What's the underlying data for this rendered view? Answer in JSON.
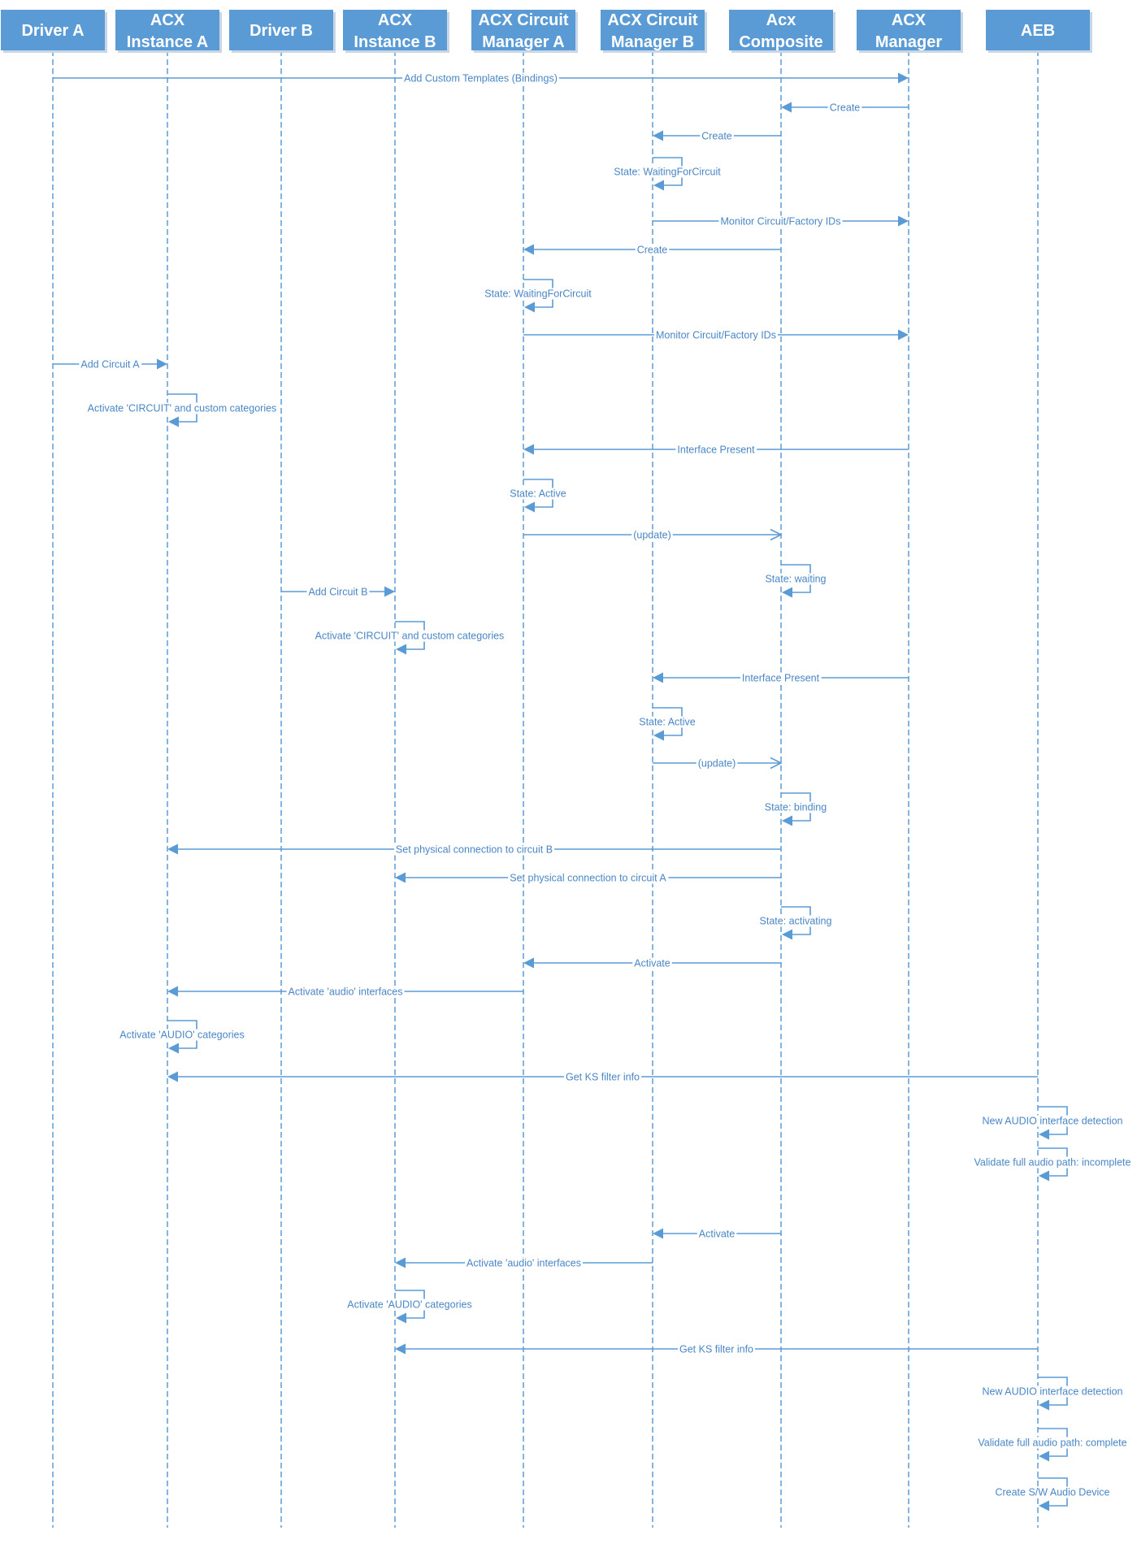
{
  "colors": {
    "header_fill": "#5b9bd5",
    "line": "#5b9bd5",
    "text": "#4a86c5",
    "background": "#ffffff"
  },
  "participants": [
    {
      "id": "driver-a",
      "lines": [
        "Driver A"
      ]
    },
    {
      "id": "acx-instance-a",
      "lines": [
        "ACX",
        "Instance A"
      ]
    },
    {
      "id": "driver-b",
      "lines": [
        "Driver B"
      ]
    },
    {
      "id": "acx-instance-b",
      "lines": [
        "ACX",
        "Instance B"
      ]
    },
    {
      "id": "acx-circuit-manager-a",
      "lines": [
        "ACX Circuit",
        "Manager A"
      ]
    },
    {
      "id": "acx-circuit-manager-b",
      "lines": [
        "ACX Circuit",
        "Manager B"
      ]
    },
    {
      "id": "acx-composite",
      "lines": [
        "Acx",
        "Composite"
      ]
    },
    {
      "id": "acx-manager",
      "lines": [
        "ACX",
        "Manager"
      ]
    },
    {
      "id": "aeb",
      "lines": [
        "AEB"
      ]
    }
  ],
  "messages": [
    {
      "from": 0,
      "to": 7,
      "label": "Add Custom Templates (Bindings)",
      "arrow": "filled"
    },
    {
      "from": 7,
      "to": 6,
      "label": "Create",
      "arrow": "filled"
    },
    {
      "from": 6,
      "to": 5,
      "label": "Create",
      "arrow": "filled"
    },
    {
      "from": 5,
      "to": 5,
      "label": "State: WaitingForCircuit",
      "arrow": "filled"
    },
    {
      "from": 5,
      "to": 7,
      "label": "Monitor Circuit/Factory IDs",
      "arrow": "filled"
    },
    {
      "from": 6,
      "to": 4,
      "label": "Create",
      "arrow": "filled"
    },
    {
      "from": 4,
      "to": 4,
      "label": "State: WaitingForCircuit",
      "arrow": "filled"
    },
    {
      "from": 4,
      "to": 7,
      "label": "Monitor Circuit/Factory IDs",
      "arrow": "filled"
    },
    {
      "from": 0,
      "to": 1,
      "label": "Add Circuit A",
      "arrow": "filled"
    },
    {
      "from": 1,
      "to": 1,
      "label": "Activate 'CIRCUIT' and custom categories",
      "arrow": "filled"
    },
    {
      "from": 7,
      "to": 4,
      "label": "Interface Present",
      "arrow": "filled"
    },
    {
      "from": 4,
      "to": 4,
      "label": "State: Active",
      "arrow": "filled"
    },
    {
      "from": 4,
      "to": 6,
      "label": "(update)",
      "arrow": "open"
    },
    {
      "from": 6,
      "to": 6,
      "label": "State: waiting",
      "arrow": "filled"
    },
    {
      "from": 2,
      "to": 3,
      "label": "Add Circuit B",
      "arrow": "filled"
    },
    {
      "from": 3,
      "to": 3,
      "label": "Activate 'CIRCUIT' and custom categories",
      "arrow": "filled"
    },
    {
      "from": 7,
      "to": 5,
      "label": "Interface Present",
      "arrow": "filled"
    },
    {
      "from": 5,
      "to": 5,
      "label": "State: Active",
      "arrow": "filled"
    },
    {
      "from": 5,
      "to": 6,
      "label": "(update)",
      "arrow": "open"
    },
    {
      "from": 6,
      "to": 6,
      "label": "State: binding",
      "arrow": "filled"
    },
    {
      "from": 6,
      "to": 1,
      "label": "Set physical connection to circuit B",
      "arrow": "filled"
    },
    {
      "from": 6,
      "to": 3,
      "label": "Set physical connection to circuit A",
      "arrow": "filled"
    },
    {
      "from": 6,
      "to": 6,
      "label": "State: activating",
      "arrow": "filled"
    },
    {
      "from": 6,
      "to": 4,
      "label": "Activate",
      "arrow": "filled"
    },
    {
      "from": 4,
      "to": 1,
      "label": "Activate 'audio' interfaces",
      "arrow": "filled"
    },
    {
      "from": 1,
      "to": 1,
      "label": "Activate 'AUDIO' categories",
      "arrow": "filled"
    },
    {
      "from": 8,
      "to": 1,
      "label": "Get KS  filter info",
      "arrow": "filled"
    },
    {
      "from": 8,
      "to": 8,
      "label": "New AUDIO interface detection",
      "arrow": "filled"
    },
    {
      "from": 8,
      "to": 8,
      "label": "Validate full audio path: incomplete",
      "arrow": "filled"
    },
    {
      "from": 6,
      "to": 5,
      "label": "Activate",
      "arrow": "filled"
    },
    {
      "from": 5,
      "to": 3,
      "label": "Activate 'audio' interfaces",
      "arrow": "filled"
    },
    {
      "from": 3,
      "to": 3,
      "label": "Activate 'AUDIO' categories",
      "arrow": "filled"
    },
    {
      "from": 8,
      "to": 3,
      "label": "Get KS filter info",
      "arrow": "filled"
    },
    {
      "from": 8,
      "to": 8,
      "label": "New AUDIO interface detection",
      "arrow": "filled"
    },
    {
      "from": 8,
      "to": 8,
      "label": "Validate full audio path: complete",
      "arrow": "filled"
    },
    {
      "from": 8,
      "to": 8,
      "label": "Create S/W Audio Device",
      "arrow": "filled"
    }
  ]
}
